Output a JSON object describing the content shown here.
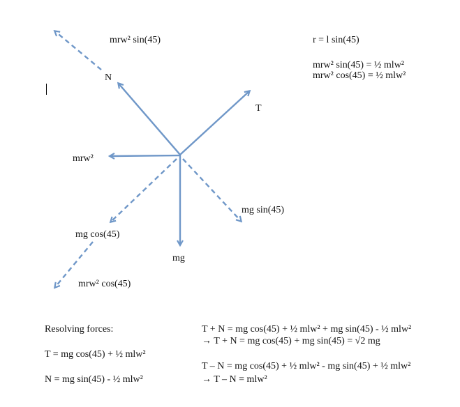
{
  "diagram": {
    "labels": {
      "top_dashed": "mrw² sin(45)",
      "normal": "N",
      "tension": "T",
      "centripetal": "mrw²",
      "mg_sin": "mg sin(45)",
      "mg_cos": "mg cos(45)",
      "weight": "mg",
      "bottom_dashed": "mrw² cos(45)"
    },
    "arrow_color": "#6f97c8"
  },
  "notes": {
    "r_def": "r = l sin(45)",
    "eq1": "mrw² sin(45) = ½ mlw²",
    "eq2": "mrw² cos(45) = ½ mlw²"
  },
  "resolving": {
    "heading": "Resolving forces:",
    "t_eq": "T = mg cos(45) + ½ mlw²",
    "n_eq": "N = mg sin(45) - ½ mlw²",
    "sum1": "T + N = mg cos(45) + ½ mlw² + mg sin(45) - ½ mlw²",
    "sum2": "→ T + N = mg cos(45) + mg sin(45) =  √2 mg",
    "diff1": "T – N = mg cos(45) + ½ mlw² - mg sin(45) + ½ mlw²",
    "diff2": "→ T – N = mlw²"
  }
}
